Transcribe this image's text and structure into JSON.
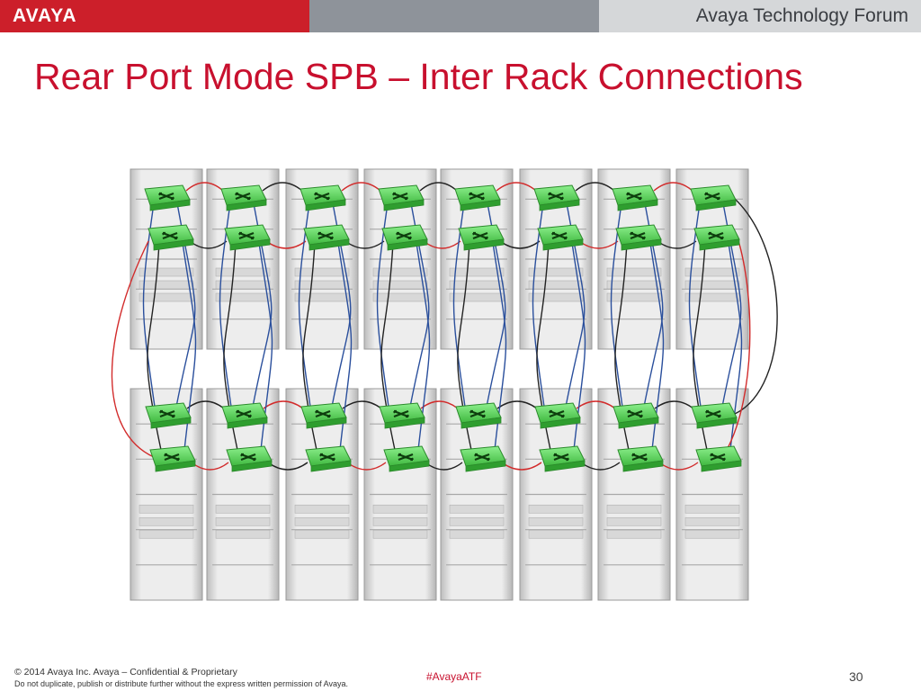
{
  "header": {
    "brand": "AVAYA",
    "forum": "Avaya Technology Forum"
  },
  "slide": {
    "title": "Rear Port Mode SPB – Inter Rack Connections",
    "page_number": "30"
  },
  "footer": {
    "copyright": "© 2014 Avaya Inc. Avaya – Confidential & Proprietary",
    "disclaimer": "Do not duplicate, publish or distribute further without the express written permission of Avaya.",
    "hashtag": "#AvayaATF"
  },
  "colors": {
    "brand_red": "#cc1f2a",
    "title_red": "#c8102e",
    "switch_green": "#5fd35f",
    "link_red": "#d22b2b",
    "link_blue": "#2a4f9c",
    "link_black": "#222222"
  },
  "icons": {
    "switch": "network-switch-icon",
    "rack": "server-rack-icon"
  }
}
